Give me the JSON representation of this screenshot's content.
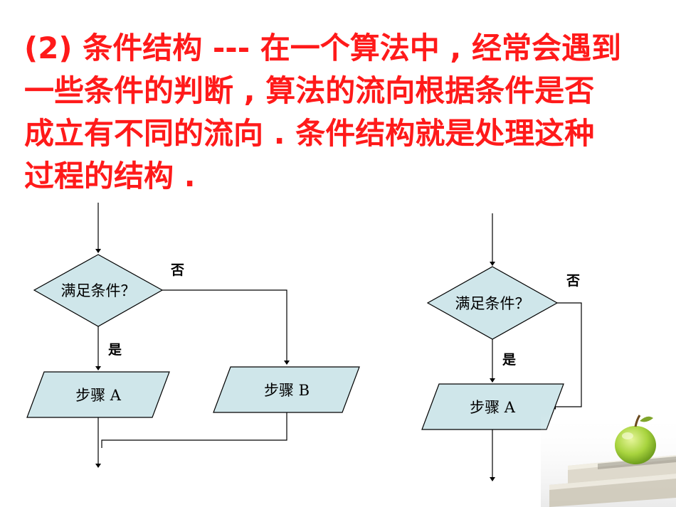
{
  "heading": {
    "line1": "(2) 条件结构 --- 在一个算法中 , 经常会遇到",
    "line2": "一些条件的判断 , 算法的流向根据条件是否",
    "line3": "成立有不同的流向 . 条件结构就是处理这种",
    "line4": "过程的结构 ."
  },
  "left_flowchart": {
    "condition": "满足条件？",
    "no_label": "否",
    "yes_label": "是",
    "step_a": "步骤 A",
    "step_b": "步骤 B"
  },
  "right_flowchart": {
    "condition": "满足条件？",
    "no_label": "否",
    "yes_label": "是",
    "step_a": "步骤 A"
  },
  "colors": {
    "heading": "#ff1a1a",
    "shape_fill": "#cfe6ea",
    "stroke": "#000000",
    "apple": "#9ccc3c",
    "books": "#e8e4d8"
  },
  "decoration": {
    "apple_icon": "apple-icon",
    "books_icon": "books-icon"
  }
}
